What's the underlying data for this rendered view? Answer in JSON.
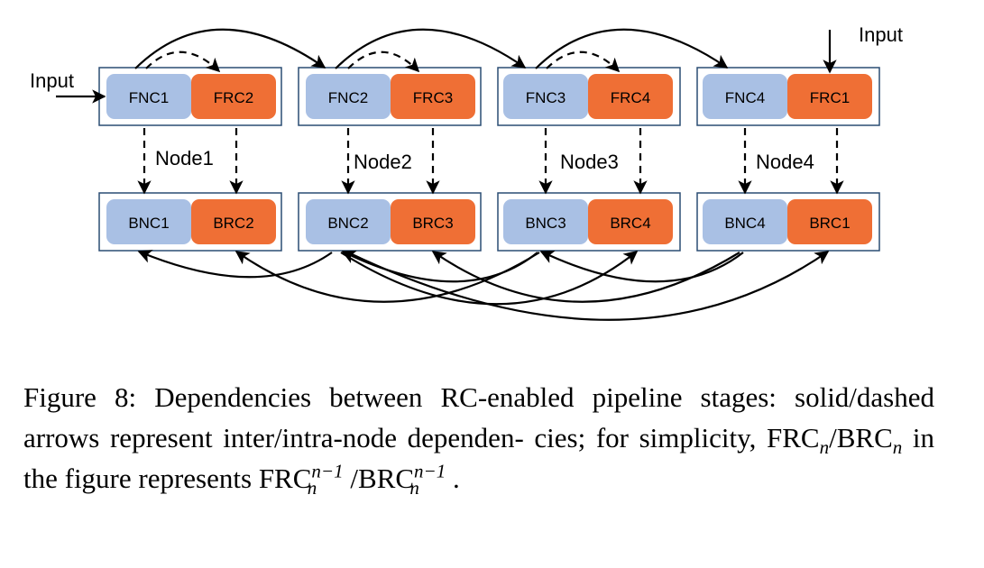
{
  "diagram": {
    "input_left_label": "Input",
    "input_right_label": "Input",
    "forward_row": [
      {
        "fnc": "FNC1",
        "frc": "FRC2"
      },
      {
        "fnc": "FNC2",
        "frc": "FRC3"
      },
      {
        "fnc": "FNC3",
        "frc": "FRC4"
      },
      {
        "fnc": "FNC4",
        "frc": "FRC1"
      }
    ],
    "backward_row": [
      {
        "bnc": "BNC1",
        "brc": "BRC2"
      },
      {
        "bnc": "BNC2",
        "brc": "BRC3"
      },
      {
        "bnc": "BNC3",
        "brc": "BRC4"
      },
      {
        "bnc": "BNC4",
        "brc": "BRC1"
      }
    ],
    "node_labels": [
      "Node1",
      "Node2",
      "Node3",
      "Node4"
    ],
    "colors": {
      "nc_fill": "#a9c0e4",
      "rc_fill": "#ef6f35",
      "frame": "#2a4d73"
    }
  },
  "caption": {
    "figure_label": "Figure 8:",
    "line1_rest": "Dependencies between RC-enabled pipeline stages:",
    "line2": "solid/dashed arrows represent inter/intra-node dependen-",
    "line3_a": "cies; for simplicity, FRC",
    "sub_n": "n",
    "slash": "/",
    "brc": "BRC",
    "line3_b": "in the figure represents",
    "frc": "FRC",
    "sup_n_minus_1": "n−1",
    "end": "."
  }
}
